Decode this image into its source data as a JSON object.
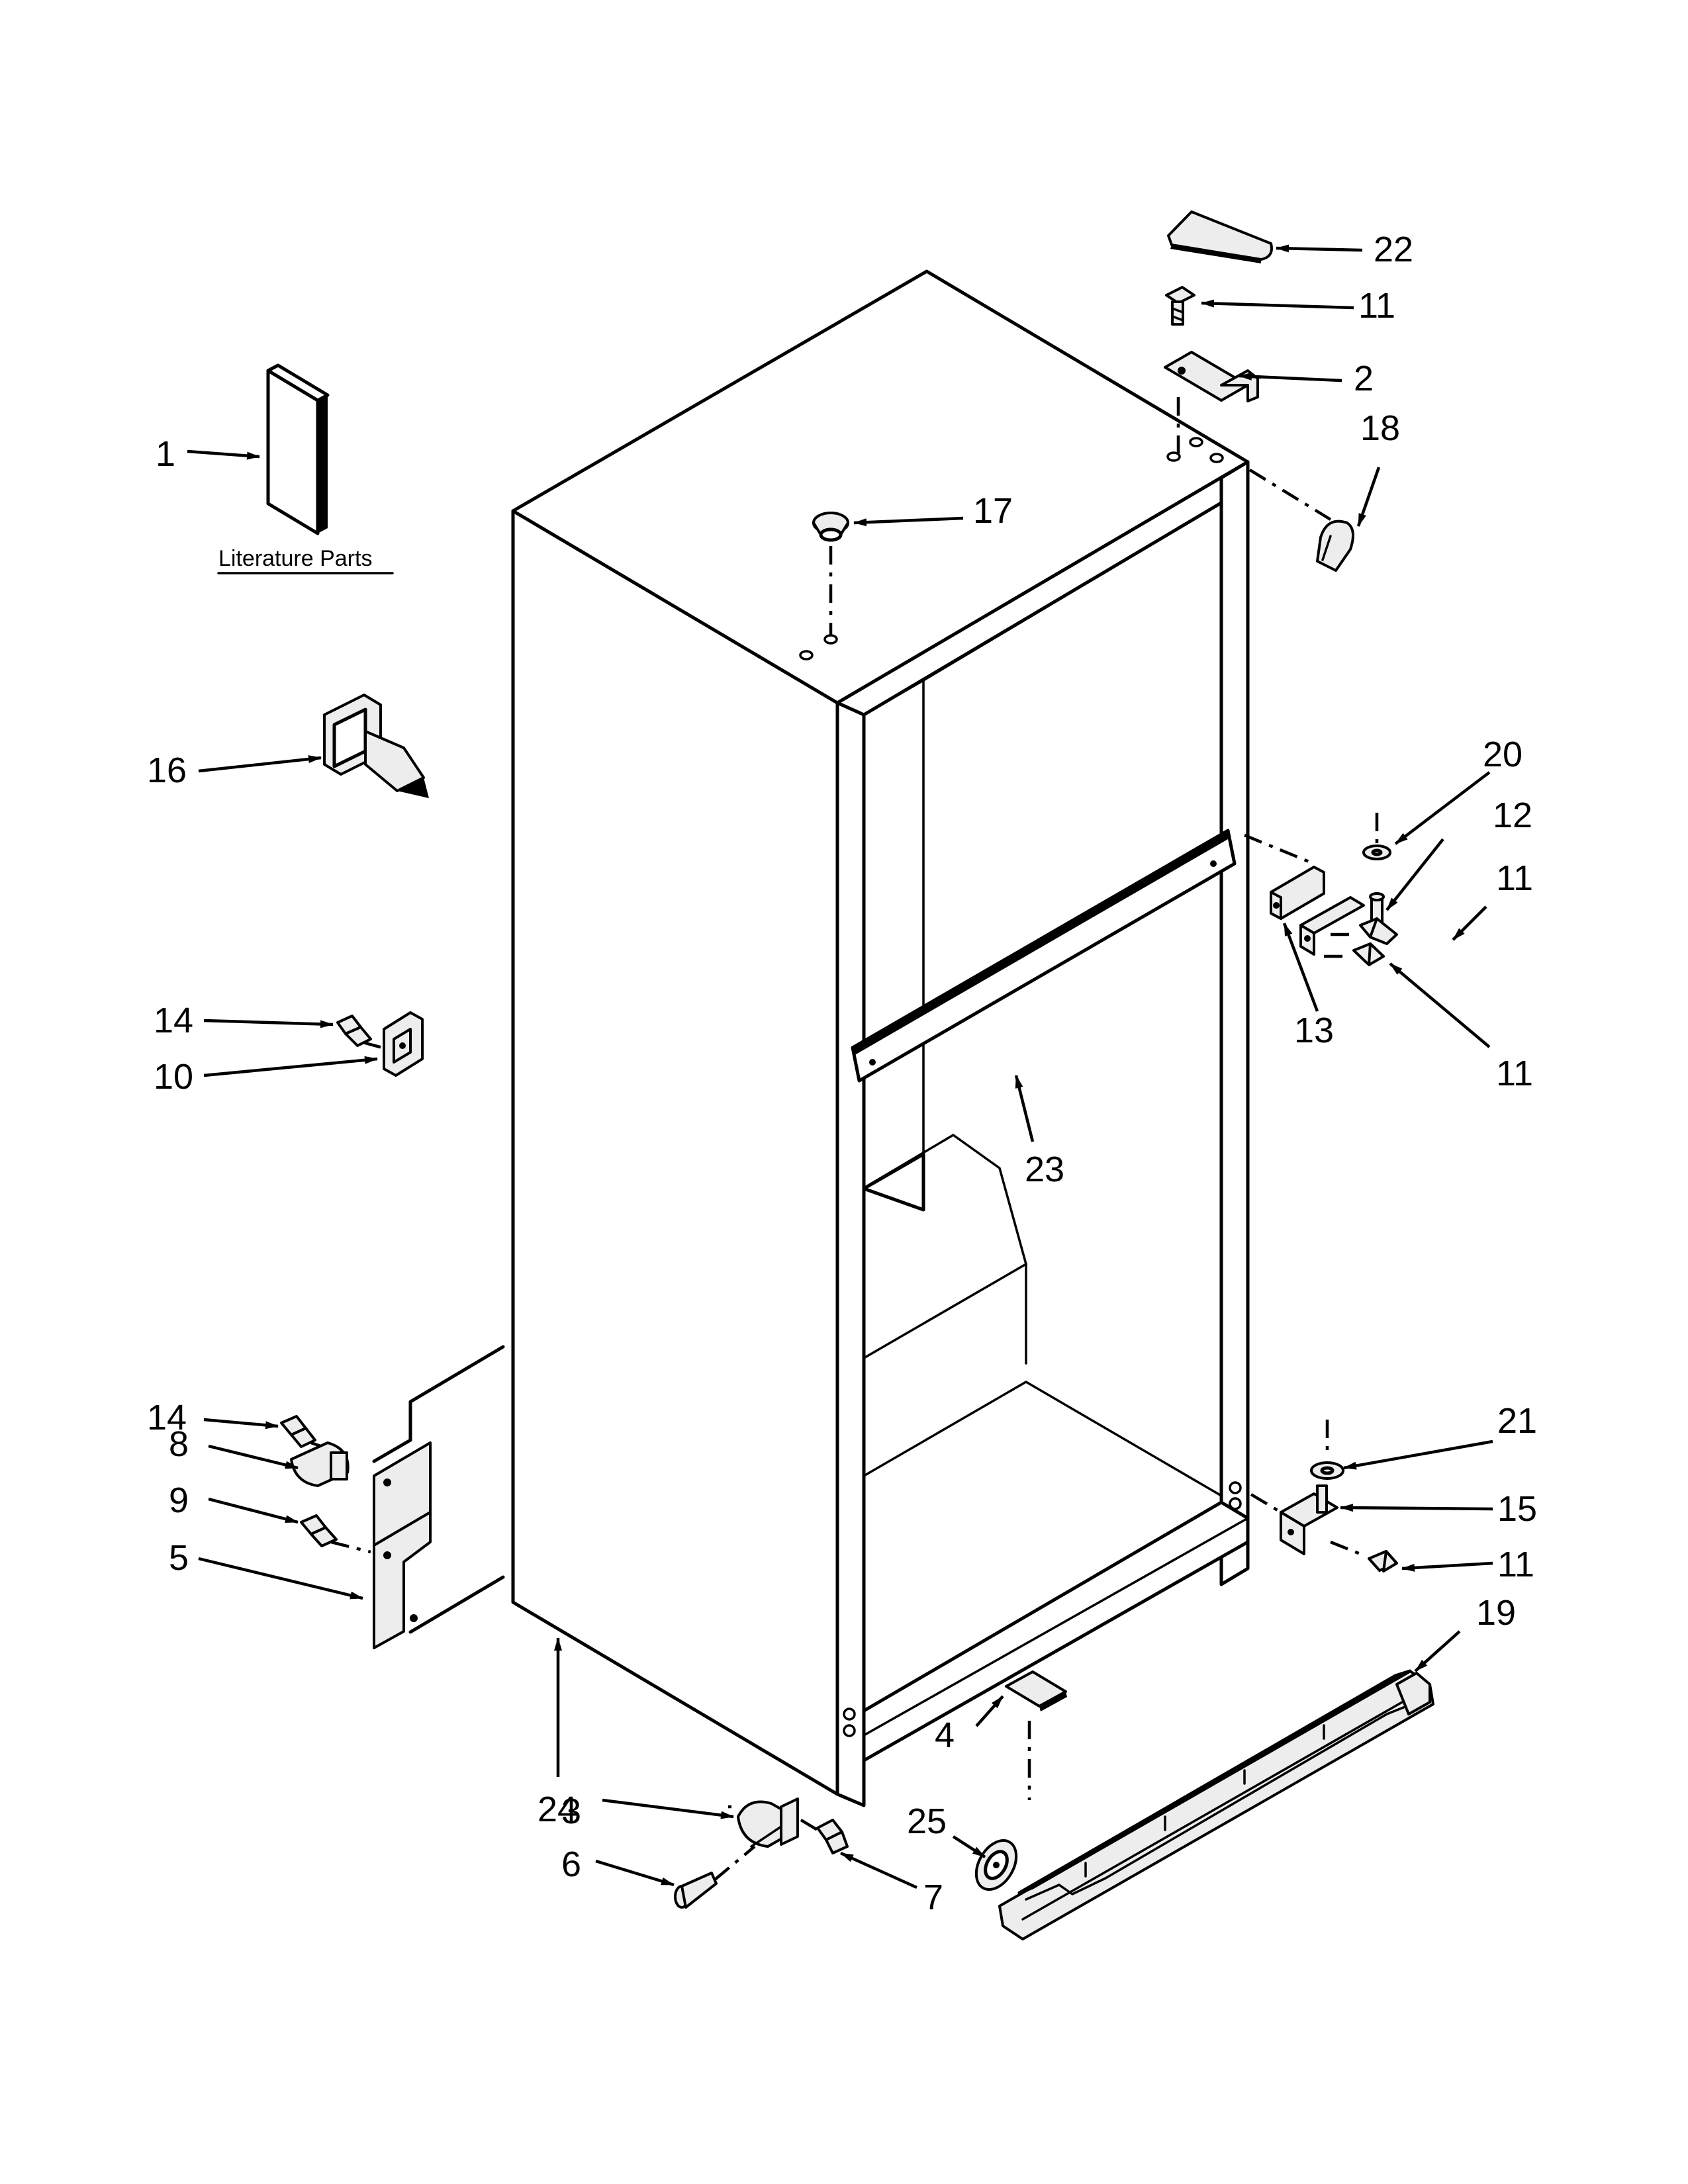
{
  "labels": {
    "literature_caption": "Literature Parts",
    "p1": "1",
    "p2": "2",
    "p3": "3",
    "p4": "4",
    "p5": "5",
    "p6": "6",
    "p7": "7",
    "p8": "8",
    "p9": "9",
    "p10": "10",
    "p11": "11",
    "p12": "12",
    "p13": "13",
    "p14": "14",
    "p15": "15",
    "p16": "16",
    "p17": "17",
    "p18": "18",
    "p19": "19",
    "p20": "20",
    "p21": "21",
    "p22": "22",
    "p23": "23",
    "p24": "24",
    "p25": "25"
  }
}
